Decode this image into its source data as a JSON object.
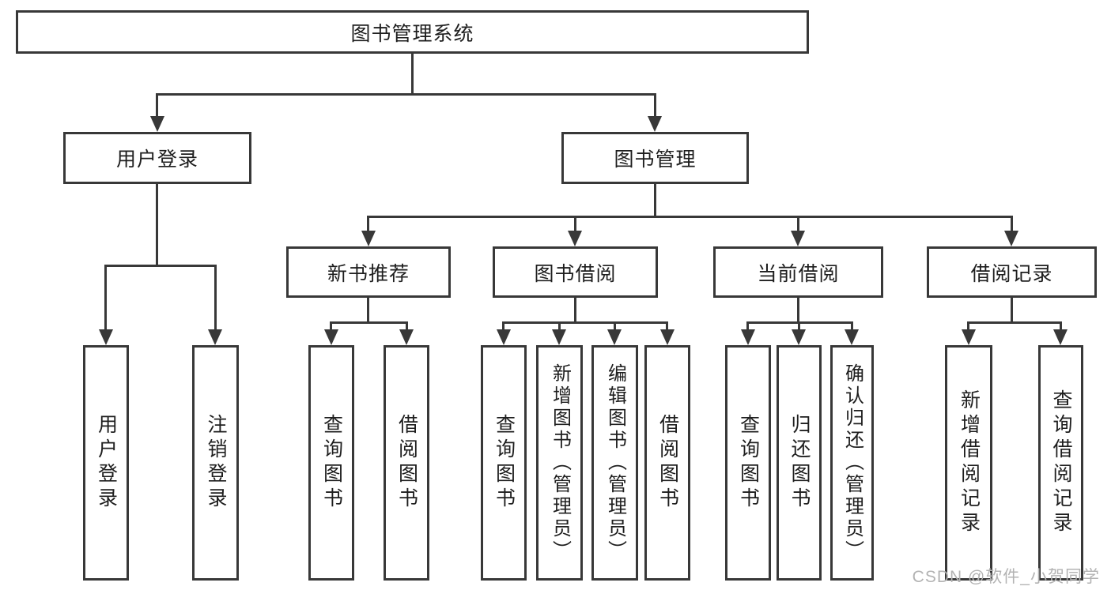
{
  "tree": {
    "root": {
      "label": "图书管理系统",
      "children": [
        {
          "label": "用户登录",
          "children": [
            {
              "label": "用户登录"
            },
            {
              "label": "注销登录"
            }
          ]
        },
        {
          "label": "图书管理",
          "children": [
            {
              "label": "新书推荐",
              "children": [
                {
                  "label": "查询图书"
                },
                {
                  "label": "借阅图书"
                }
              ]
            },
            {
              "label": "图书借阅",
              "children": [
                {
                  "label": "查询图书"
                },
                {
                  "label": "新增图书（管理员）"
                },
                {
                  "label": "编辑图书（管理员）"
                },
                {
                  "label": "借阅图书"
                }
              ]
            },
            {
              "label": "当前借阅",
              "children": [
                {
                  "label": "查询图书"
                },
                {
                  "label": "归还图书"
                },
                {
                  "label": "确认归还（管理员）"
                }
              ]
            },
            {
              "label": "借阅记录",
              "children": [
                {
                  "label": "新增借阅记录"
                },
                {
                  "label": "查询借阅记录"
                }
              ]
            }
          ]
        }
      ]
    },
    "watermark": "CSDN @软件_小贺同学",
    "colors": {
      "line": "#383838",
      "text": "#1e1e1e",
      "watermark": "#b3b3b3"
    }
  }
}
